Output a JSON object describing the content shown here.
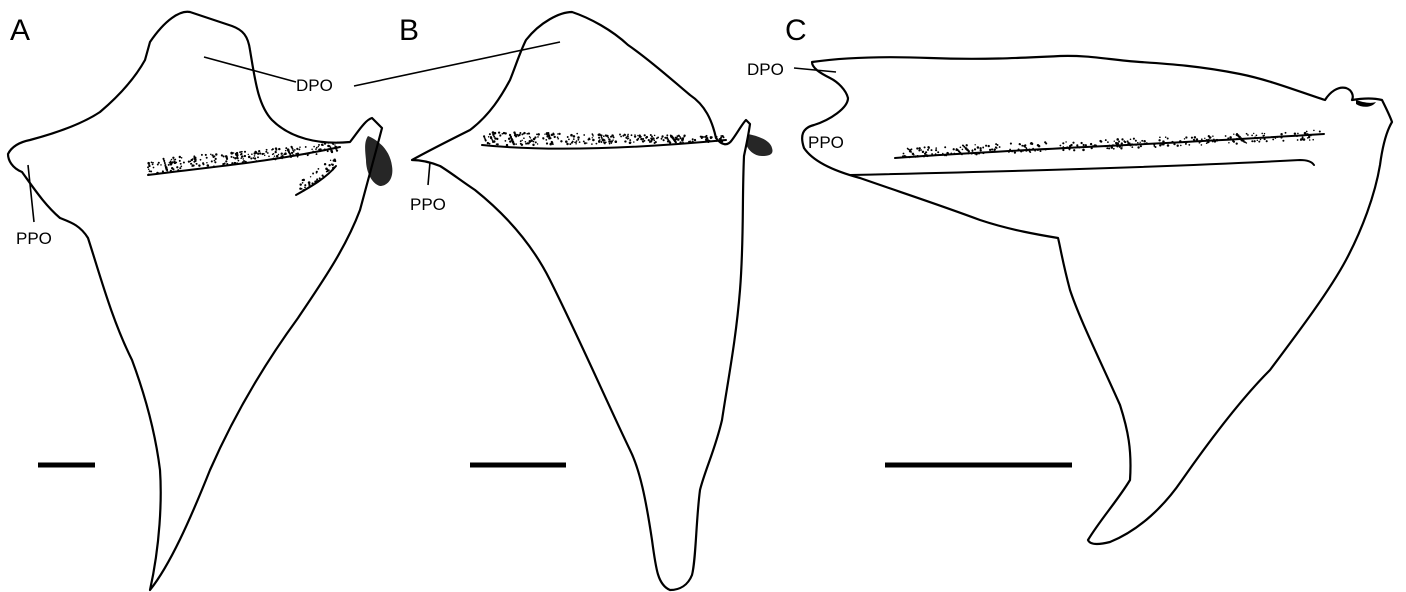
{
  "panels": {
    "a": {
      "letter": "A",
      "ppo": "PPO"
    },
    "b": {
      "letter": "B",
      "ppo": "PPO"
    },
    "c": {
      "letter": "C",
      "ppo": "PPO",
      "dpo": "DPO"
    }
  },
  "shared_label": {
    "dpo": "DPO"
  },
  "colors": {
    "ink": "#000000",
    "background": "#ffffff"
  }
}
